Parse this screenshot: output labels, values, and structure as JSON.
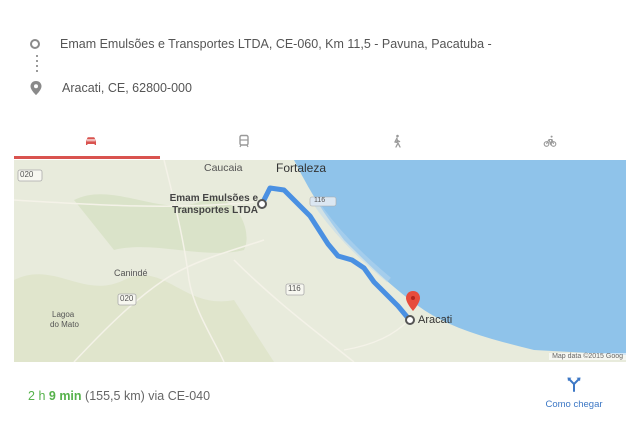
{
  "route": {
    "origin": "Emam Emulsões e Transportes LTDA, CE-060, Km 11,5 - Pavuna, Pacatuba -",
    "destination": "Aracati, CE, 62800-000"
  },
  "modes": [
    {
      "icon": "car-icon",
      "selected": true
    },
    {
      "icon": "transit-icon",
      "selected": false
    },
    {
      "icon": "walk-icon",
      "selected": false
    },
    {
      "icon": "bike-icon",
      "selected": false
    }
  ],
  "map": {
    "labels": {
      "caucaia": "Caucaia",
      "fortaleza": "Fortaleza",
      "origin_place_line1": "Emam Emulsões e",
      "origin_place_line2": "Transportes LTDA",
      "aracati": "Aracati",
      "canindé": "Canindé",
      "lagoa": "Lagoa",
      "mato": "do Mato"
    },
    "road_shields": {
      "r1": "020",
      "r2": "020",
      "r3": "116",
      "r4": "116"
    },
    "attribution": "Map data ©2015 Goog"
  },
  "summary": {
    "hours": "2",
    "h_unit": "h",
    "minutes": "9",
    "min_unit": "min",
    "rest": "(155,5 km) via CE-040"
  },
  "directions": {
    "label": "Como chegar"
  },
  "colors": {
    "route": "#4a90e2",
    "sea": "#8fc3ea",
    "selected_tab": "#d9534f",
    "time": "#56b24b",
    "link": "#3d78c5"
  }
}
